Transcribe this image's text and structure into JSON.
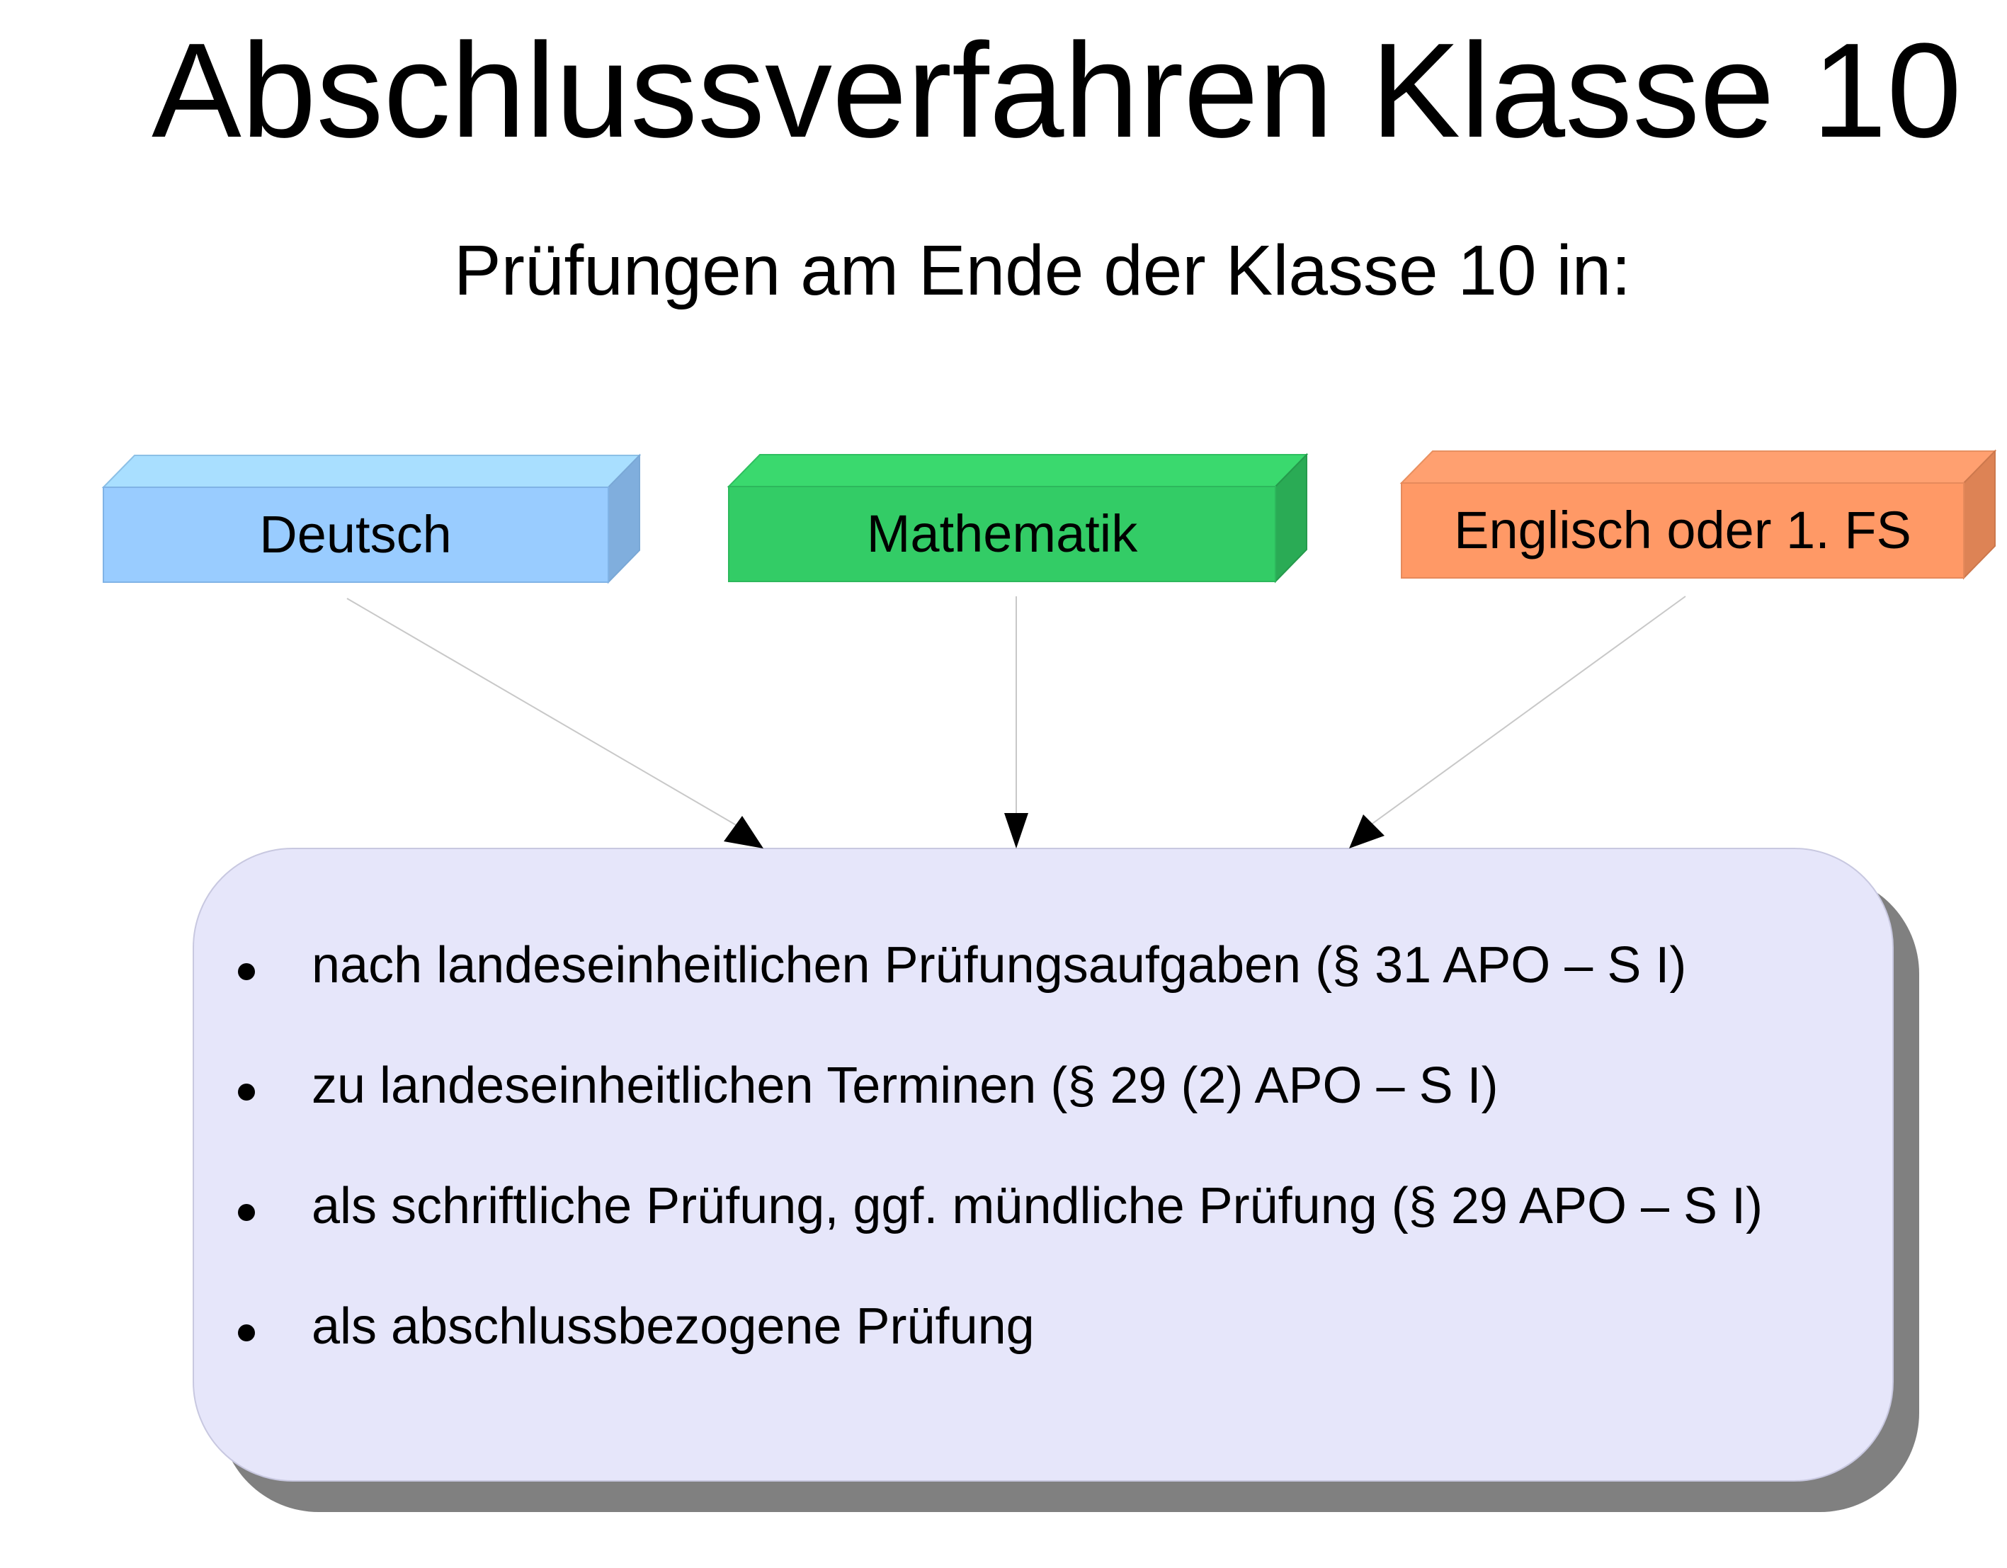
{
  "header": {
    "title": "Abschlussverfahren Klasse 10",
    "subtitle": "Prüfungen am Ende der Klasse 10 in:"
  },
  "subjects": [
    {
      "label": "Deutsch",
      "front_color": "#99ccff",
      "top_color": "#a9dfff",
      "side_color": "#80aedd"
    },
    {
      "label": "Mathematik",
      "front_color": "#33cc66",
      "top_color": "#3ad96e",
      "side_color": "#2aab55"
    },
    {
      "label": "Englisch oder 1. FS",
      "front_color": "#ff9966",
      "top_color": "#ffa070",
      "side_color": "#dd8355"
    }
  ],
  "panel": {
    "fill_color": "#e6e6fa",
    "shadow_color": "#808080",
    "items": [
      "nach landeseinheitlichen Prüfungsaufgaben (§ 31 APO – S I)",
      "zu landeseinheitlichen Terminen (§ 29 (2) APO – S I)",
      "als schriftliche Prüfung, ggf. mündliche Prüfung (§ 29 APO – S I)",
      "als abschlussbezogene Prüfung"
    ]
  }
}
